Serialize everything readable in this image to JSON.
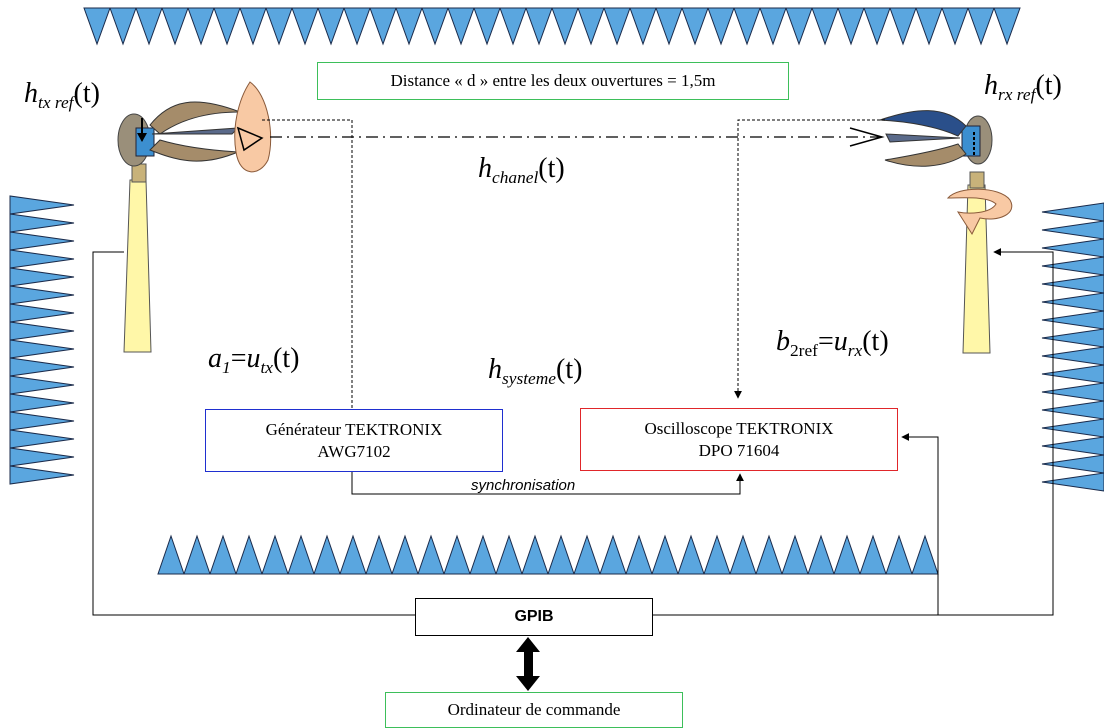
{
  "distance_label": "Distance « d » entre les deux ouvertures = 1,5m",
  "generator": {
    "line1": "Générateur TEKTRONIX",
    "line2": "AWG7102"
  },
  "oscilloscope": {
    "line1": "Oscilloscope TEKTRONIX",
    "line2": "DPO 71604"
  },
  "gpib_label": "GPIB",
  "computer_label": "Ordinateur de commande",
  "sync_label": "synchronisation",
  "formulas": {
    "h_tx_ref": {
      "main": "h",
      "sub": "tx ref",
      "arg": "(t)"
    },
    "h_rx_ref": {
      "main": "h",
      "sub": "rx ref",
      "arg": "(t)"
    },
    "h_chanel": {
      "main": "h",
      "sub": "chanel",
      "arg": "(t)"
    },
    "h_systeme": {
      "main": "h",
      "sub": "systeme",
      "arg": "(t)"
    },
    "a1": {
      "main": "a",
      "sub": "1",
      "eq": "=",
      "rhs": "u",
      "rhs_sub": "tx",
      "arg": "(t)"
    },
    "b2ref": {
      "main": "b",
      "sub": "2ref",
      "eq": "=",
      "rhs": "u",
      "rhs_sub": "rx",
      "arg": "(t)"
    }
  },
  "colors": {
    "absorber_fill": "#5aa6df",
    "absorber_stroke": "#1a2a4a",
    "mast_fill": "#fff7a8",
    "generator_border": "#1f2fd0",
    "oscilloscope_border": "#e0262a",
    "label_border_green": "#3dbf5a",
    "polarization_fill": "#f8c9a4"
  }
}
